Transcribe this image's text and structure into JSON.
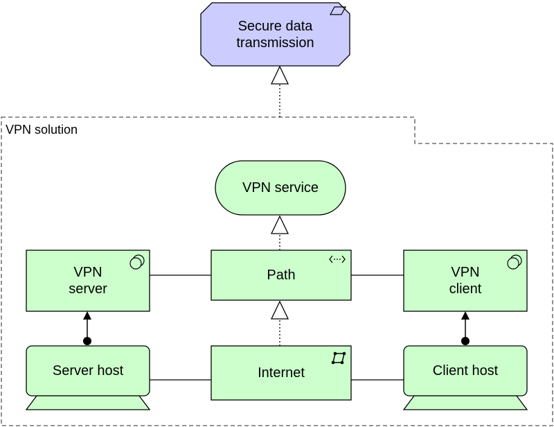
{
  "goal": {
    "label": "Secure data\ntransmission",
    "fill": "#ccccff"
  },
  "group": {
    "label": "VPN solution"
  },
  "service": {
    "label": "VPN service"
  },
  "vpn_server": {
    "label": "VPN\nserver"
  },
  "path": {
    "label": "Path"
  },
  "vpn_client": {
    "label": "VPN\nclient"
  },
  "server_host": {
    "label": "Server host"
  },
  "internet": {
    "label": "Internet"
  },
  "client_host": {
    "label": "Client host"
  },
  "colors": {
    "element_fill": "#ccffcc",
    "stroke": "#000000",
    "group_stroke": "#555555"
  },
  "icons": {
    "goal": "parallelogram-icon",
    "vpn_server": "system-software-icon",
    "vpn_client": "system-software-icon",
    "path": "path-icon",
    "internet": "communication-network-icon"
  }
}
